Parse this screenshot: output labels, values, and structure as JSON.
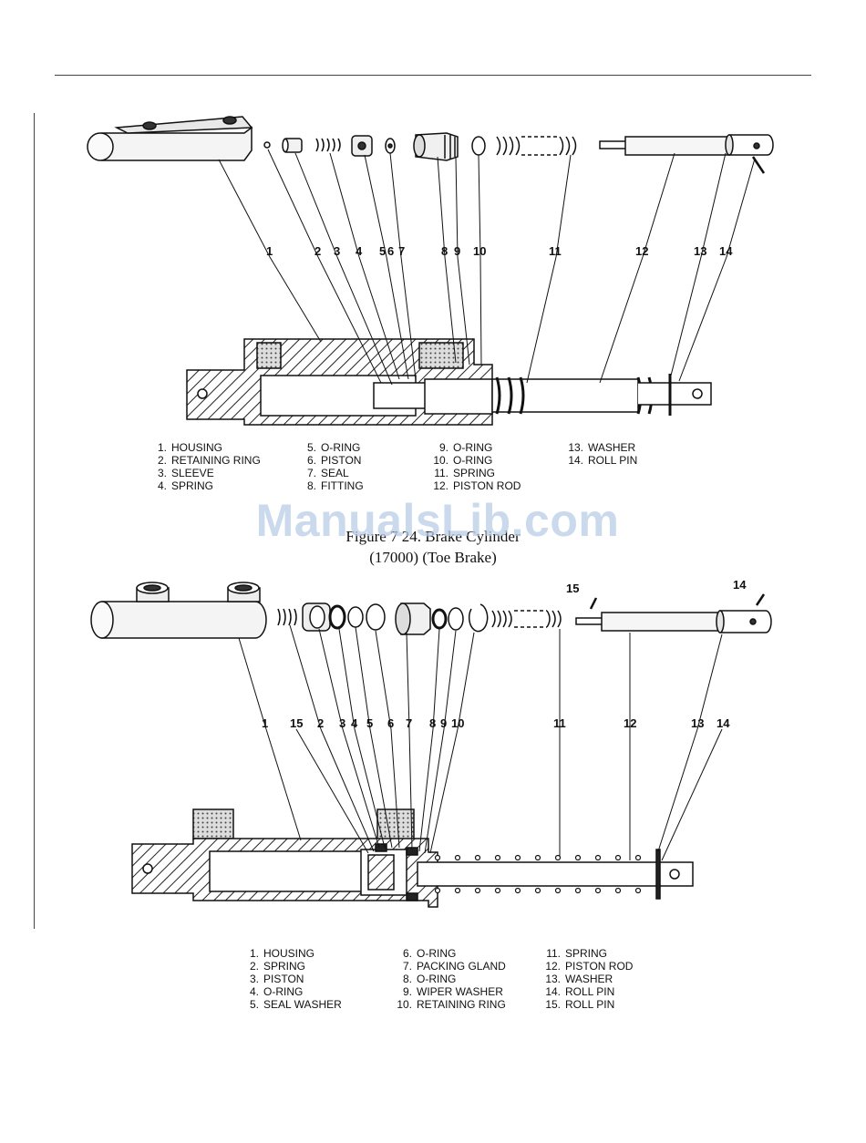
{
  "figure_a": {
    "callouts": [
      "1",
      "2",
      "3",
      "4",
      "5",
      "6",
      "7",
      "8",
      "9",
      "10",
      "11",
      "12",
      "13",
      "14"
    ],
    "legend_columns": [
      [
        [
          "1.",
          "HOUSING"
        ],
        [
          "2.",
          "RETAINING RING"
        ],
        [
          "3.",
          "SLEEVE"
        ],
        [
          "4.",
          "SPRING"
        ]
      ],
      [
        [
          "5.",
          "O-RING"
        ],
        [
          "6.",
          "PISTON"
        ],
        [
          "7.",
          "SEAL"
        ],
        [
          "8.",
          "FITTING"
        ]
      ],
      [
        [
          "9.",
          "O-RING"
        ],
        [
          "10.",
          "O-RING"
        ],
        [
          "11.",
          "SPRING"
        ],
        [
          "12.",
          "PISTON ROD"
        ]
      ],
      [
        [
          "13.",
          "WASHER"
        ],
        [
          "14.",
          "ROLL PIN"
        ]
      ]
    ],
    "caption_line1": "Figure 7 24. Brake Cylinder",
    "caption_line2": "(17000) (Toe Brake)"
  },
  "figure_b": {
    "callouts": [
      "1",
      "15",
      "2",
      "3",
      "4",
      "5",
      "6",
      "7",
      "8",
      "9",
      "10",
      "11",
      "12",
      "13",
      "14"
    ],
    "exploded_callouts": [
      "15",
      "14"
    ],
    "legend_columns": [
      [
        [
          "1.",
          "HOUSING"
        ],
        [
          "2.",
          "SPRING"
        ],
        [
          "3.",
          "PISTON"
        ],
        [
          "4.",
          "O-RING"
        ],
        [
          "5.",
          "SEAL WASHER"
        ]
      ],
      [
        [
          "6.",
          "O-RING"
        ],
        [
          "7.",
          "PACKING GLAND"
        ],
        [
          "8.",
          "O-RING"
        ],
        [
          "9.",
          "WIPER WASHER"
        ],
        [
          "10.",
          "RETAINING RING"
        ]
      ],
      [
        [
          "11.",
          "SPRING"
        ],
        [
          "12.",
          "PISTON ROD"
        ],
        [
          "13.",
          "WASHER"
        ],
        [
          "14.",
          "ROLL PIN"
        ],
        [
          "15.",
          "ROLL PIN"
        ]
      ]
    ]
  },
  "watermark": "ManualsLib.com"
}
